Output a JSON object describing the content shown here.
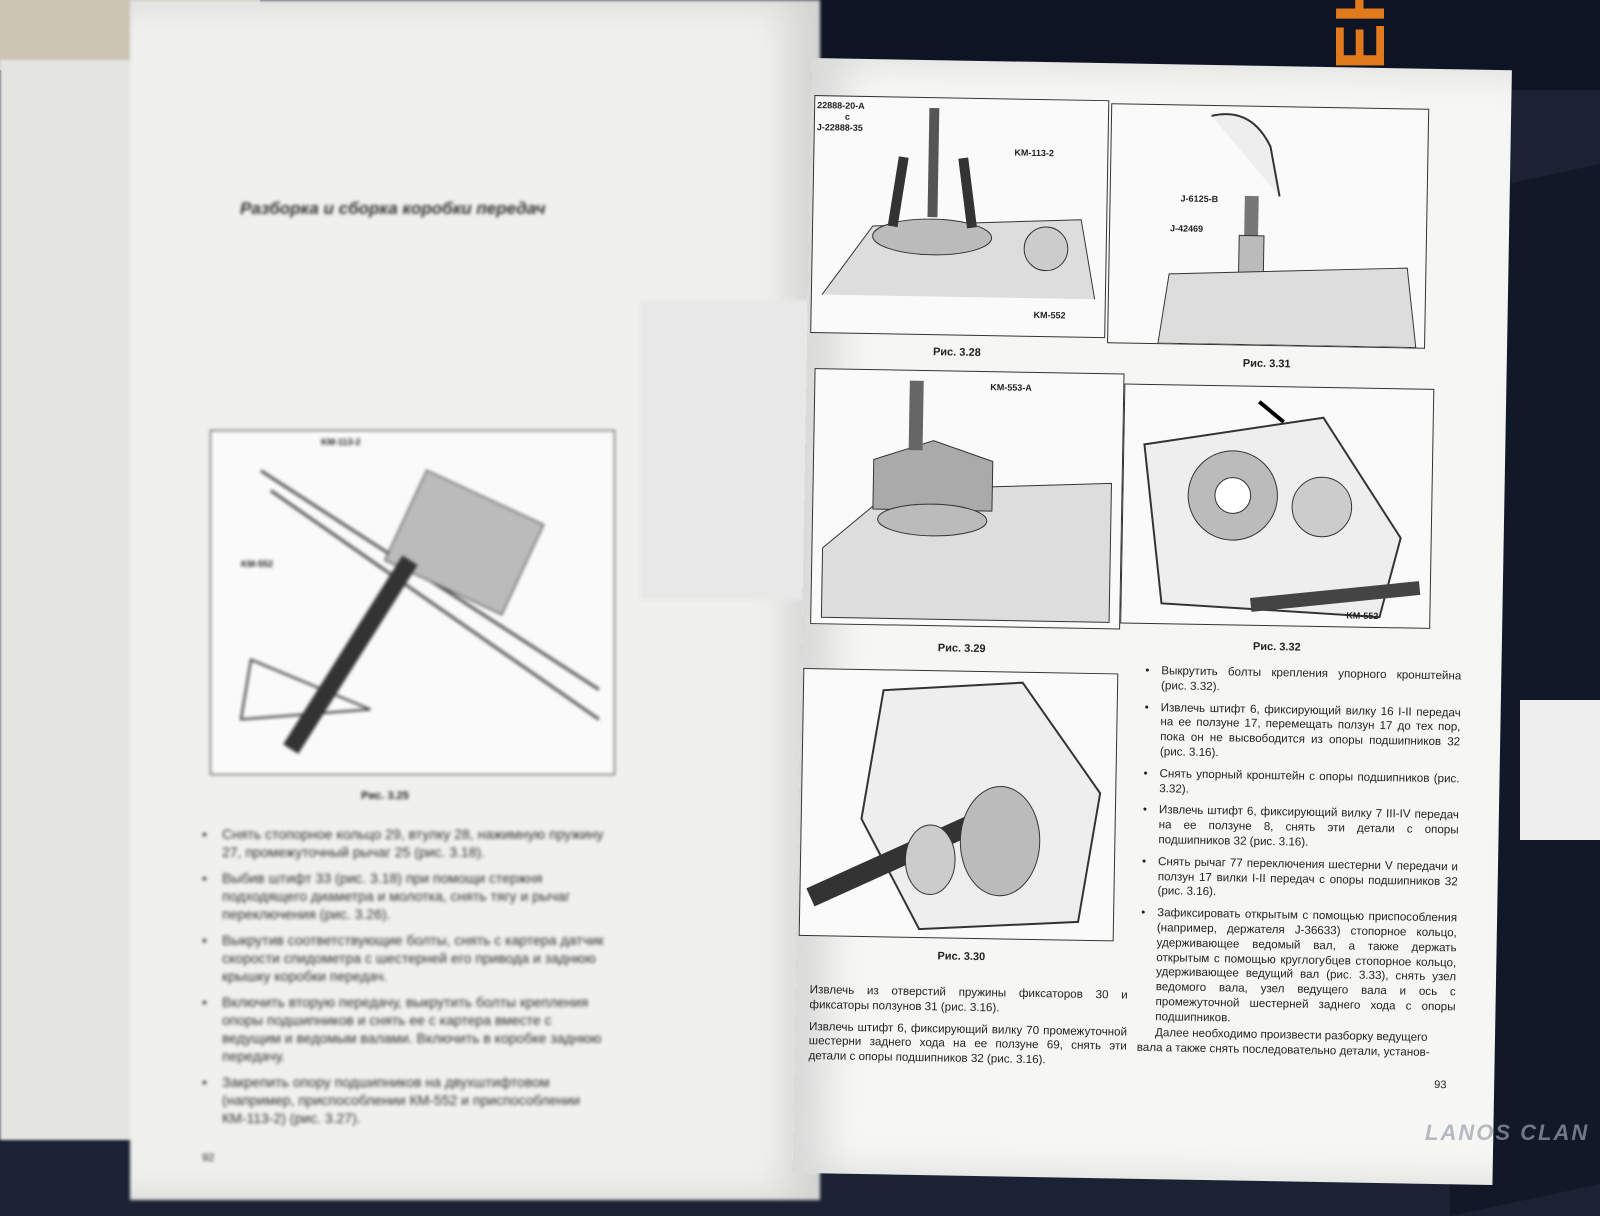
{
  "left_page": {
    "heading": "Разборка и сборка коробки передач",
    "figure": {
      "caption": "Рис. 3.25",
      "labels": [
        "KM-113-2",
        "KM-552"
      ]
    },
    "bullets": [
      "Снять стопорное кольцо 29, втулку 28, нажимную пружину 27, промежуточный рычаг 25 (рис. 3.18).",
      "Выбив штифт 33 (рис. 3.18) при помощи стержня подходящего диаметра и молотка, снять тягу и рычаг переключения (рис. 3.26).",
      "Выкрутив соответствующие болты, снять с картера датчик скорости спидометра с шестерней его привода и заднюю крышку коробки передач.",
      "Включить вторую передачу, выкрутить болты крепления опоры подшипников и снять ее с картера вместе с ведущим и ведомым валами. Включить в коробке заднюю передачу.",
      "Закрепить опору подшипников на двухштифтовом (например, приспособлении КМ-552 и приспособлении КМ-113-2) (рис. 3.27)."
    ],
    "page_number": "92"
  },
  "right_page": {
    "figures": [
      {
        "caption": "Рис. 3.28",
        "labels": [
          "22888-20-A",
          "с",
          "J-22888-35",
          "KM-113-2",
          "KM-552"
        ]
      },
      {
        "caption": "Рис. 3.31",
        "labels": [
          "J-6125-B",
          "J-42469"
        ]
      },
      {
        "caption": "Рис. 3.29",
        "labels": [
          "KM-553-A"
        ]
      },
      {
        "caption": "Рис. 3.32",
        "labels": [
          "KM-552"
        ]
      },
      {
        "caption": "Рис. 3.30",
        "labels": []
      }
    ],
    "left_column": [
      "Извлечь из отверстий пружины фиксаторов 30 и фиксаторы ползунов 31 (рис. 3.16).",
      "Извлечь штифт 6, фиксирующий вилку 70 промежуточной шестерни заднего хода на ее ползуне 69, снять эти детали с опоры подшипников 32 (рис. 3.16)."
    ],
    "right_column_bullets": [
      "Выкрутить болты крепления упорного кронштейна (рис. 3.32).",
      "Извлечь штифт 6, фиксирующий вилку 16 I-II передач на ее ползуне 17, перемещать ползун 17 до тех пор, пока он не высвободится из опоры подшипников 32 (рис. 3.16).",
      "Снять упорный кронштейн с опоры подшипников (рис. 3.32).",
      "Извлечь штифт 6, фиксирующий вилку 7 III-IV передач на ее ползуне 8, снять эти детали с опоры подшипников 32 (рис. 3.16).",
      "Снять рычаг 77 переключения шестерни V передачи и ползун 17 вилки I-II передач с опоры подшипников 32 (рис. 3.16).",
      "Зафиксировать открытым с помощью приспособления (например, держателя J-36633) стопорное кольцо, удерживающее ведомый вал, а также держать открытым с помощью круглогубцев стопорное кольцо, удерживающее ведущий вал (рис. 3.33), снять узел ведомого вала, узел ведущего вала и ось с промежуточной шестерней заднего хода с опоры подшипников."
    ],
    "closing_paragraph": "Далее необходимо произвести разборку ведущего вала а также снять последовательно детали, установ-",
    "page_number": "93"
  },
  "watermark": "LANOS CLAN",
  "logo": "ЕН"
}
